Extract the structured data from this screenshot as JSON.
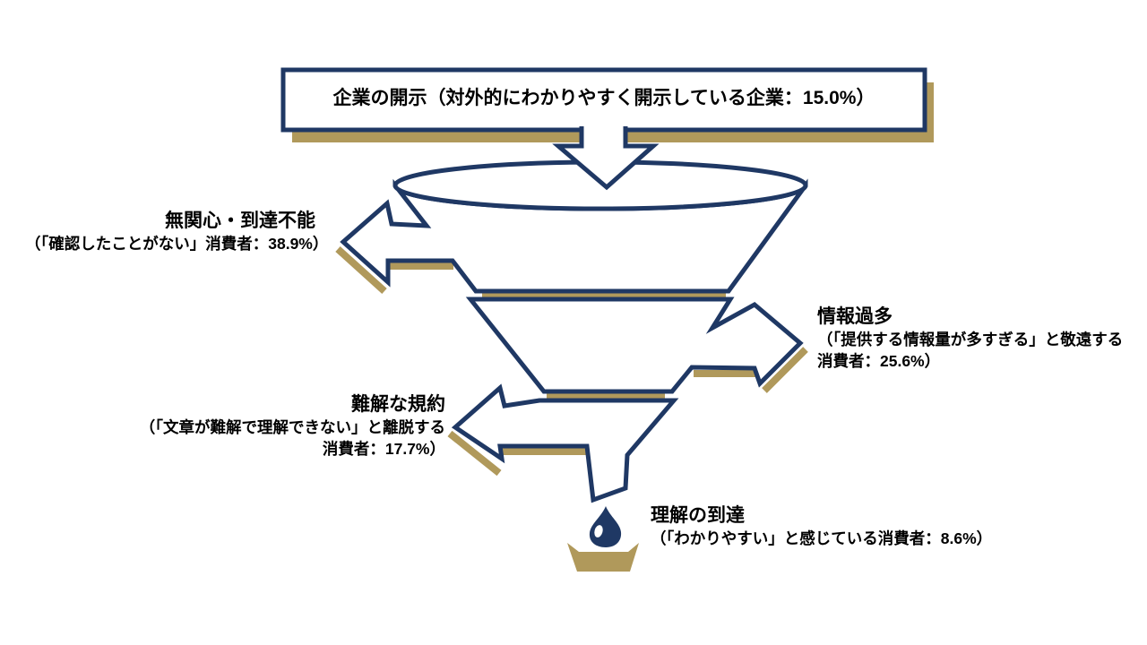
{
  "colors": {
    "navy": "#1F3864",
    "tan": "#B0995B",
    "text": "#000000",
    "background": "#FFFFFF"
  },
  "funnel": {
    "top_box": {
      "label": "企業の開示（対外的にわかりやすく開示している企業：15.0%）",
      "value_pct": 15.0
    },
    "dropouts": [
      {
        "side": "left",
        "title": "無関心・到達不能",
        "lines": [
          "（「確認したことがない」消費者：38.9%）"
        ],
        "value_pct": 38.9
      },
      {
        "side": "right",
        "title": "情報過多",
        "lines": [
          "（「提供する情報量が多すぎる」と敬遠する",
          "消費者：25.6%）"
        ],
        "value_pct": 25.6
      },
      {
        "side": "left",
        "title": "難解な規約",
        "lines": [
          "（「文章が難解で理解できない」と離脱する",
          "消費者：17.7%）"
        ],
        "value_pct": 17.7
      }
    ],
    "outcome": {
      "title": "理解の到達",
      "lines": [
        "（「わかりやすい」と感じている消費者：8.6%）"
      ],
      "value_pct": 8.6
    },
    "icons": {
      "inflow_arrow": "down-arrow-icon",
      "dropout_arrows": [
        "left-arrow-icon",
        "right-arrow-icon",
        "left-arrow-icon"
      ],
      "droplet": "droplet-icon",
      "dish": "dish-icon"
    }
  }
}
